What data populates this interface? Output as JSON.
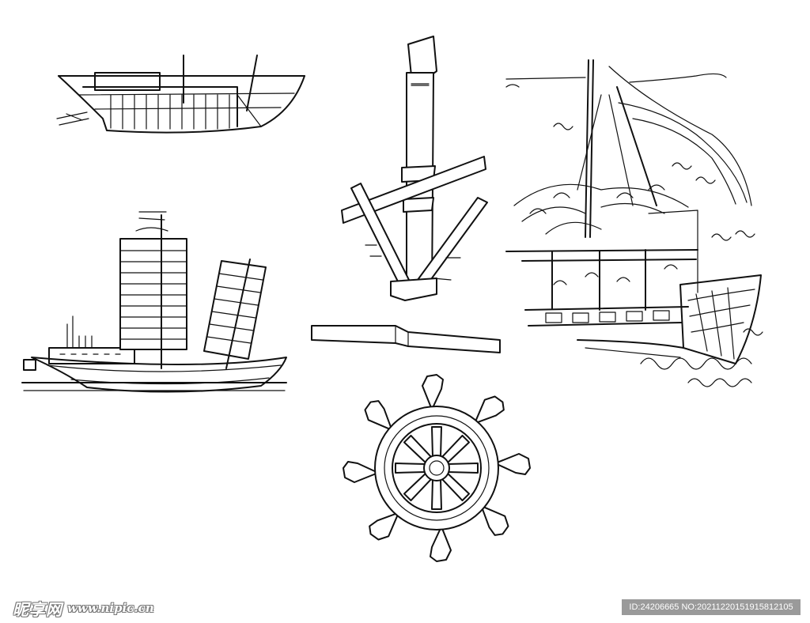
{
  "watermark": {
    "logo_text": "昵享网",
    "url": "www.nipic.cn",
    "id_line": "ID:24206665 NO:20211220151915812105"
  },
  "colors": {
    "line": "#111111",
    "background": "#ffffff",
    "id_bar": "#9a9a9a"
  },
  "illustrations": [
    "boat-hull-icon",
    "junk-ship-icon",
    "anchor-icon",
    "oar-icon",
    "ship-wheel-icon",
    "war-ship-scene-icon"
  ]
}
